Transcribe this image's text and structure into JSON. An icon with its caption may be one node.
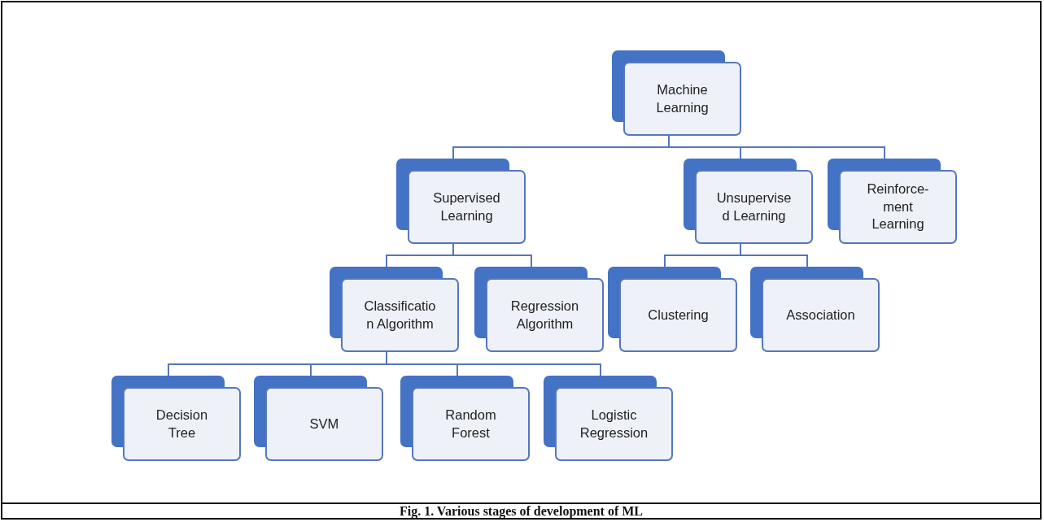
{
  "diagram": {
    "caption": "Fig. 1. Various stages of development of ML",
    "nodes": [
      {
        "text": [
          "Machine Learning"
        ]
      },
      {
        "text": [
          "Supervised Learning"
        ]
      },
      {
        "text": [
          "Unsupervise d Learning"
        ]
      },
      {
        "text": [
          "Reinforce- ment Learning"
        ]
      },
      {
        "text": [
          "Classificatio n Algorithm"
        ]
      },
      {
        "text": [
          "Regression Algorithm"
        ]
      },
      {
        "text": [
          "Clustering"
        ]
      },
      {
        "text": [
          "Association"
        ]
      },
      {
        "text": [
          "Decision Tree"
        ]
      },
      {
        "text": [
          "SVM"
        ]
      },
      {
        "text": [
          "Random Forest"
        ]
      },
      {
        "text": [
          "Logistic Regression"
        ]
      }
    ],
    "edges": [
      {
        "from": 0,
        "to": 1,
        "arrow": "none"
      },
      {
        "from": 0,
        "to": 2,
        "arrow": "none"
      },
      {
        "from": 0,
        "to": 3,
        "arrow": "none"
      },
      {
        "from": 1,
        "to": 4,
        "arrow": "none"
      },
      {
        "from": 1,
        "to": 5,
        "arrow": "none"
      },
      {
        "from": 2,
        "to": 6,
        "arrow": "none"
      },
      {
        "from": 2,
        "to": 7,
        "arrow": "none"
      },
      {
        "from": 4,
        "to": 8,
        "arrow": "none"
      },
      {
        "from": 4,
        "to": 9,
        "arrow": "none"
      },
      {
        "from": 4,
        "to": 10,
        "arrow": "none"
      },
      {
        "from": 4,
        "to": 11,
        "arrow": "none"
      }
    ]
  }
}
